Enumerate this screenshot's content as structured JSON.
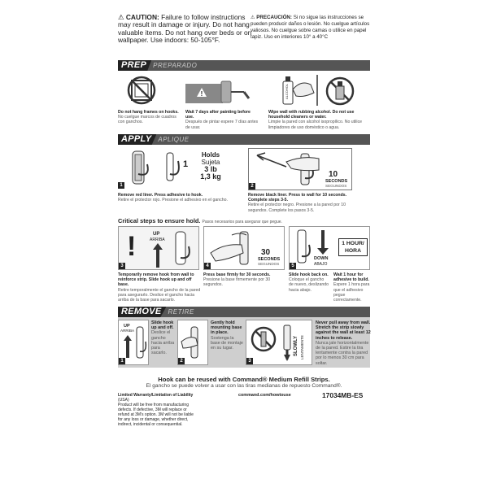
{
  "caution_en": {
    "heading": "CAUTION:",
    "text": "Failure to follow instructions may result in damage or injury. Do not hang valuable items. Do not hang over beds or on wallpaper. Use indoors: 50-105°F."
  },
  "caution_es": {
    "heading": "PRECAUCIÓN:",
    "text": "Si no sigue las instrucciones se pueden producir daños o lesión. No cuelgue artículos valiosos. No cuelgue sobre camas o utilice en papel tapiz. Uso en interiores 10° a 40°C"
  },
  "prep": {
    "title": "PREP",
    "subtitle": "PREPARADO",
    "steps": [
      {
        "en": "Do not hang frames on hooks.",
        "es": "No cuelgue marcos de cuadros con ganchos."
      },
      {
        "en": "Wait 7 days after painting before use.",
        "es": "Después de pintar espere 7 días antes de usar."
      },
      {
        "en": "Wipe wall with rubbing alcohol. Do not use household cleaners or water.",
        "es": "Limpie la pared con alcohol isopropílico. No utilice limpiadores de uso doméstico o agua."
      }
    ],
    "alcohol_label": "ALCOHOL"
  },
  "apply": {
    "title": "APPLY",
    "subtitle": "APLIQUE",
    "holds": {
      "count": "1",
      "en": "Holds",
      "es": "Sujeta",
      "lb": "3 lb",
      "kg": "1,3 kg"
    },
    "seconds": {
      "value": "10",
      "en": "SECONDS",
      "es": "SEGUNDOS"
    },
    "steps": [
      {
        "num": "1",
        "en": "Remove red liner. Press adhesive to hook.",
        "es": "Retire el protector rojo. Presione el adhesivo en el gancho."
      },
      {
        "num": "2",
        "en": "Remove black liner. Press to wall for 10 seconds. Complete steps 3-5.",
        "es": "Retire el protector negro. Presione a la pared por 10 segundos. Complete los pasos 3-5."
      }
    ]
  },
  "critical": {
    "en": "Critical steps to ensure hold.",
    "es": "Pasos necesarios para asegurar que pegue.",
    "up_en": "UP",
    "up_es": "ARRIBA",
    "seconds_value": "30",
    "seconds_en": "SECONDS",
    "seconds_es": "SEGUNDOS",
    "down_en": "DOWN",
    "down_es": "ABAJO",
    "hour_en": "1 HOUR/",
    "hour_es": "HORA",
    "steps": [
      {
        "num": "3",
        "en": "Temporarily remove hook from wall to reinforce strip. Slide hook up and off base.",
        "es": "Retire temporalmente el gancho de la pared para asegurarlo. Deslice el gancho hacia arriba de la base para sacarlo."
      },
      {
        "num": "4",
        "en": "Press base firmly for 30 seconds.",
        "es": "Presione la base firmemente por 30 segundos."
      },
      {
        "num": "5",
        "en": "Slide hook back on.",
        "es": "Coloque el gancho de nuevo, deslizando hacia abajo."
      },
      {
        "num": "",
        "en": "Wait 1 hour for adhesive to build.",
        "es": "Espere 1 hora para que el adhesivo pegue correctamente."
      }
    ]
  },
  "remove": {
    "title": "REMOVE",
    "subtitle": "RETIRE",
    "up_en": "UP",
    "up_es": "ARRIBA",
    "slowly_en": "SLOWLY",
    "slowly_es": "LENTAMENTE",
    "steps": [
      {
        "num": "1",
        "en": "Slide hook up and off.",
        "es": "Deslice el gancho hacia arriba para sacarlo."
      },
      {
        "num": "2",
        "en": "Gently hold mounting base in place.",
        "es": "Sostenga la base de montaje en su lugar."
      },
      {
        "num": "3",
        "en": "Never pull away from wall. Stretch the strip slowly against the wall at least 12 inches to release.",
        "es": "Nunca jale horizontalmente de la pared. Estire la tira lentamente contra la pared por lo menos 30 cm para soltar."
      }
    ]
  },
  "footer": {
    "reuse_en": "Hook can be reused with Command® Medium Refill Strips.",
    "reuse_es": "El gancho se puede volver a usar con las tiras medianas de repuesto Command®.",
    "warranty_title": "Limited Warranty/Limitation of Liability",
    "warranty_region": "(USA)",
    "warranty_text": "Product will be free from manufacturing defects. If defective, 3M will replace or refund at 3M's option. 3M will not be liable for any loss or damage, whether direct, indirect, incidental or consequential.",
    "url": "command.com/howtouse",
    "code": "17034MB-ES"
  }
}
